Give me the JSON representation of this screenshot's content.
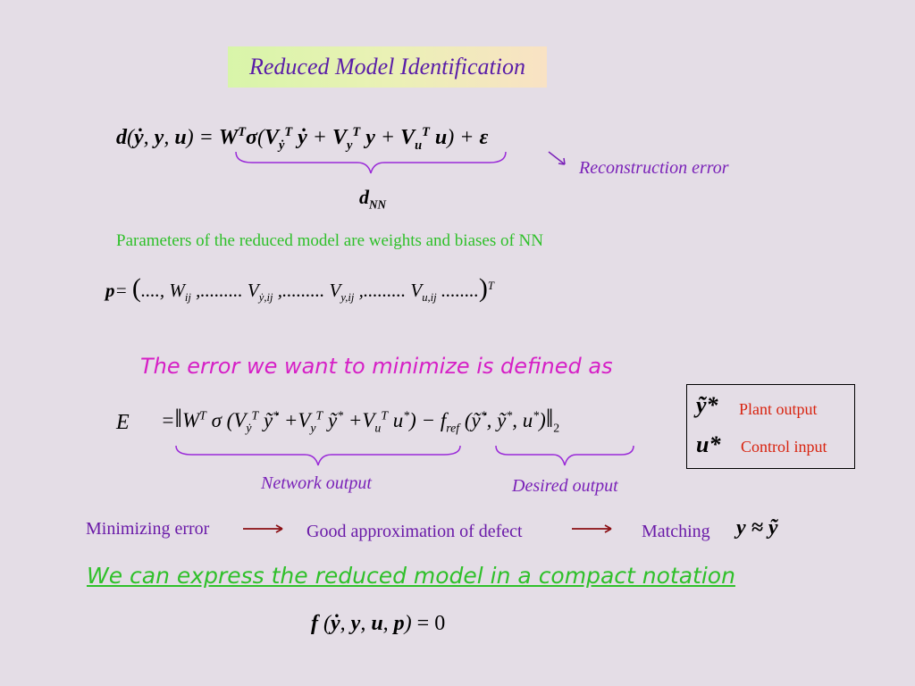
{
  "title": "Reduced Model Identification",
  "eq1": {
    "lhs": "d(ẏ, y, u) = ",
    "rhs": "WTσ(VẏT ẏ + VyT y + VuT u) + ε",
    "sub": "dNN",
    "error_label": "Reconstruction error"
  },
  "params_text": "Parameters of the reduced model are weights and biases of  NN",
  "p_vector": "p= (...., Wij ,......... Vẏ,ij ,......... Vy,ij ,......... Vu,ij ........)T",
  "error_heading": "The error we want to minimize is defined as",
  "error_eq": {
    "lhs": "E",
    "rhs": "=‖WT σ (VẏT ỹ̇* + VyT ỹ* + VuT u*) − fref (ỹ̇*, ỹ*, u*)‖2",
    "network_label": "Network output",
    "desired_label": "Desired output"
  },
  "legend": {
    "items": [
      {
        "symbol": "ỹ*",
        "label": "Plant output"
      },
      {
        "symbol": "u*",
        "label": "Control input"
      }
    ]
  },
  "flow": {
    "step1": "Minimizing error",
    "step2": "Good approximation of defect",
    "step3": "Matching",
    "result": "y ≈ ỹ"
  },
  "compact_heading": "We can express the reduced model in a compact notation",
  "compact_eq": "f (ẏ, y, u, p) = 0",
  "colors": {
    "background": "#e4dde6",
    "title_text": "#5a1ea8",
    "accent_purple": "#7a22b8",
    "green": "#2fc02a",
    "magenta": "#d61fc6",
    "red": "#d8230f",
    "arrow_dark_red": "#8b0f14"
  }
}
